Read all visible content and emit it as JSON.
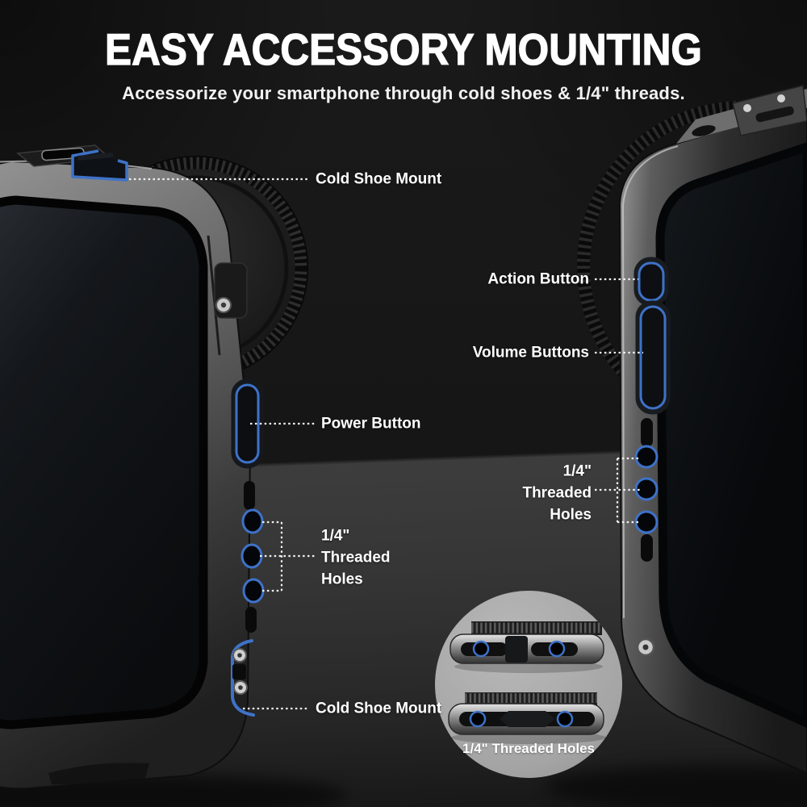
{
  "header": {
    "title": "EASY ACCESSORY MOUNTING",
    "subtitle": "Accessorize your smartphone through cold shoes & 1/4\" threads."
  },
  "callouts": {
    "left_phone": {
      "cold_shoe_top": "Cold Shoe Mount",
      "power_button": "Power Button",
      "threaded_holes": "1/4\" Threaded Holes",
      "cold_shoe_bottom": "Cold Shoe Mount"
    },
    "right_phone": {
      "action_button": "Action Button",
      "volume_buttons": "Volume Buttons",
      "threaded_holes": "1/4\" Threaded Holes"
    }
  },
  "inset": {
    "caption": "1/4\" Threaded Holes"
  },
  "colors": {
    "accent_blue": "#3E72C8",
    "label_text": "#FFFFFF",
    "background_dark": "#141414",
    "floor_gray": "#3D3D3D",
    "inset_circle_gray": "#A9A9A9"
  }
}
